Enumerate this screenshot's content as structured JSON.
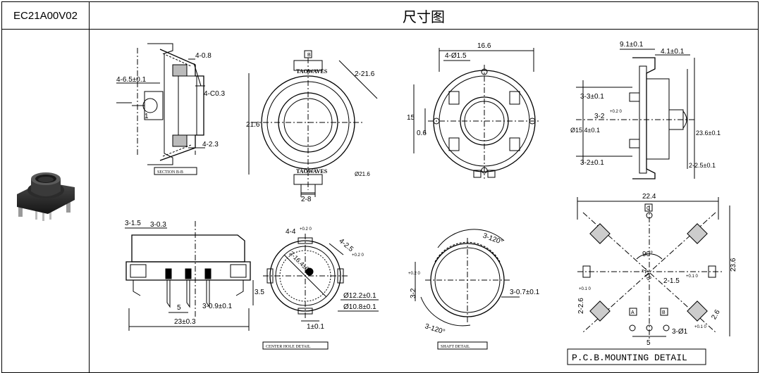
{
  "header": {
    "model": "EC21A00V02",
    "title": "尺寸图"
  },
  "views": {
    "section": {
      "title": "SECTION B-B",
      "dims": {
        "top": "4-0.8",
        "left": "4-6.5±0.1",
        "chamfer": "4-C0.3",
        "one": "1",
        "bottom": "4-2.3"
      }
    },
    "front": {
      "marker": "B",
      "brand_top": "TAOWAVES",
      "brand_bottom": "TAOWAVES",
      "dims": {
        "height": "21.6",
        "diag": "2-21.6",
        "pin": "2-8",
        "dia": "Ø21.6"
      }
    },
    "rear": {
      "dims": {
        "width": "16.6",
        "holes": "4-Ø1.5",
        "h15": "15",
        "h06": "0.6"
      }
    },
    "side": {
      "dims": {
        "top1": "9.1±0.1",
        "top2": "4.1±0.1",
        "d1": "3-3±0.1",
        "d2": "3-2",
        "d2_tol": "+0.2 0",
        "d3": "3-2±0.1",
        "dia": "Ø15.4±0.1",
        "right1": "2-2.5±0.1",
        "right2": "23.6±0.1"
      }
    },
    "lower_front": {
      "dims": {
        "h15": "3-1.5",
        "w03": "3-0.3",
        "h35": "3.5",
        "pitch": "5",
        "pin": "3-0.9±0.1",
        "total": "23±0.3"
      }
    },
    "center_hole": {
      "title": "CENTER HOLE DETAIL",
      "dims": {
        "top": "4-4",
        "top_tol": "+0.2 0",
        "diag": "2-16.4±0.1",
        "right": "4-2.5",
        "right_tol": "+0.2 0",
        "d1": "Ø12.2±0.1",
        "d2": "Ø10.8±0.1",
        "one": "1±0.1"
      }
    },
    "shaft": {
      "title": "SHAFT DETAIL",
      "dims": {
        "angle_top": "3-120°",
        "angle_bottom": "3-120°",
        "left": "3-2",
        "left_tol": "+0.2 0",
        "right": "3-0.7±0.1"
      }
    },
    "pcb": {
      "title": "P.C.B.MOUNTING DETAIL",
      "labels": {
        "c": "C",
        "a": "A",
        "b": "B"
      },
      "dims": {
        "width": "22.4",
        "height": "23.6",
        "angle": "90°",
        "center": "2-18",
        "pad": "2-1.5",
        "pad_tol": "+0.1 0",
        "left": "2-2.6",
        "left_tol": "+0.1 0",
        "right": "2.6",
        "pitch": "5",
        "hole": "3-Ø1",
        "hole_tol": "+0.1 0"
      }
    }
  }
}
